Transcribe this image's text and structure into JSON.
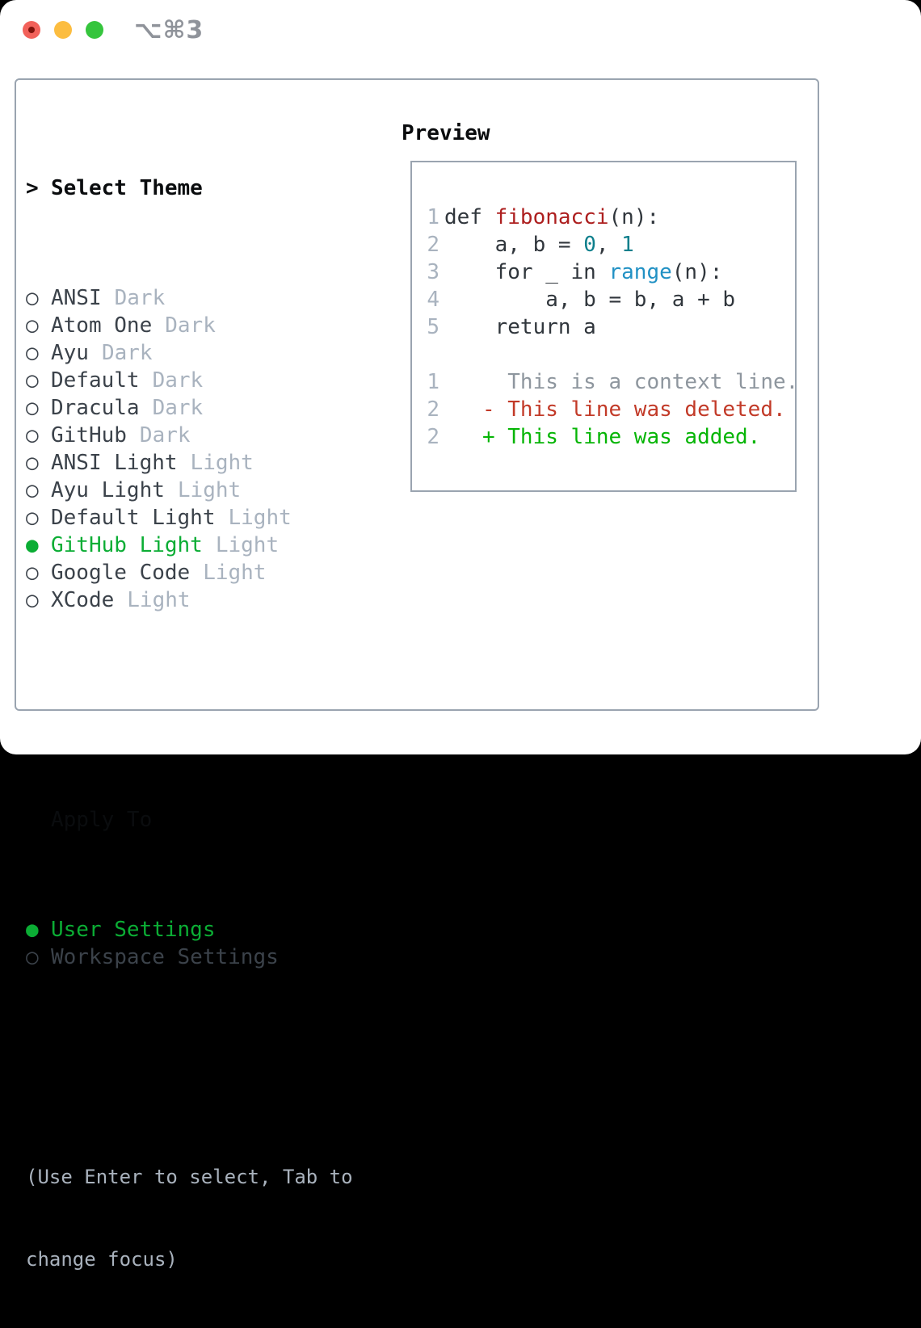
{
  "titlebar": {
    "title": "⌥⌘3"
  },
  "theme_picker": {
    "header": {
      "prompt": ">",
      "label": "Select Theme"
    },
    "radio_unselected_glyph": "○",
    "radio_selected_glyph": "●",
    "items": [
      {
        "name": "ANSI",
        "variant": "Dark",
        "selected": false
      },
      {
        "name": "Atom One",
        "variant": "Dark",
        "selected": false
      },
      {
        "name": "Ayu",
        "variant": "Dark",
        "selected": false
      },
      {
        "name": "Default",
        "variant": "Dark",
        "selected": false
      },
      {
        "name": "Dracula",
        "variant": "Dark",
        "selected": false
      },
      {
        "name": "GitHub",
        "variant": "Dark",
        "selected": false
      },
      {
        "name": "ANSI Light",
        "variant": "Light",
        "selected": false
      },
      {
        "name": "Ayu Light",
        "variant": "Light",
        "selected": false
      },
      {
        "name": "Default Light",
        "variant": "Light",
        "selected": false
      },
      {
        "name": "GitHub Light",
        "variant": "Light",
        "selected": true
      },
      {
        "name": "Google Code",
        "variant": "Light",
        "selected": false
      },
      {
        "name": "XCode",
        "variant": "Light",
        "selected": false
      }
    ]
  },
  "apply_to": {
    "label": "Apply To",
    "options": [
      {
        "label": "User Settings",
        "selected": true
      },
      {
        "label": "Workspace Settings",
        "selected": false
      }
    ]
  },
  "hint": {
    "line1": "(Use Enter to select, Tab to",
    "line2": "change focus)"
  },
  "preview": {
    "label": "Preview",
    "code_lines": [
      {
        "num": "1",
        "segments": [
          [
            "def ",
            "code"
          ],
          [
            "fibonacci",
            "function"
          ],
          [
            "(n):",
            "code"
          ]
        ]
      },
      {
        "num": "2",
        "segments": [
          [
            "    a, b = ",
            "code"
          ],
          [
            "0",
            "number"
          ],
          [
            ", ",
            "code"
          ],
          [
            "1",
            "number"
          ]
        ]
      },
      {
        "num": "3",
        "segments": [
          [
            "    for _ in ",
            "code"
          ],
          [
            "range",
            "builtin"
          ],
          [
            "(n):",
            "code"
          ]
        ]
      },
      {
        "num": "4",
        "segments": [
          [
            "        a, b = b, a + b",
            "code"
          ]
        ]
      },
      {
        "num": "5",
        "segments": [
          [
            "    return a",
            "code"
          ]
        ]
      },
      {
        "num": "",
        "segments": []
      },
      {
        "num": "1",
        "segments": [
          [
            "     This is a context line.",
            "context"
          ]
        ]
      },
      {
        "num": "2",
        "segments": [
          [
            "   - This line was deleted.",
            "deleted"
          ]
        ]
      },
      {
        "num": "2",
        "segments": [
          [
            "   + This line was added.",
            "added"
          ]
        ]
      }
    ]
  },
  "colors": {
    "window_bg": "#ffffff",
    "page_bg": "#000000",
    "panel_border": "#9aa4b0",
    "heading_text": "#0a0c0e",
    "item_label": "#3b424a",
    "item_variant_muted": "#a9b3bf",
    "accent_green": "#0bad34",
    "hint_text": "#a9b2bd",
    "titlebar_text": "#8f939a",
    "line_number": "#a9b3bf",
    "code_default": "#30363c",
    "code_function_red": "#ad1f1f",
    "code_number_teal": "#0d7f8c",
    "code_builtin_blue": "#2191c4",
    "diff_context_gray": "#8e969e",
    "diff_deleted_red": "#c23a28",
    "diff_added_green": "#06b506",
    "traffic_red": "#f2615a",
    "traffic_red_dot": "#7f120b",
    "traffic_yellow": "#fcbd40",
    "traffic_green": "#35c53d"
  }
}
